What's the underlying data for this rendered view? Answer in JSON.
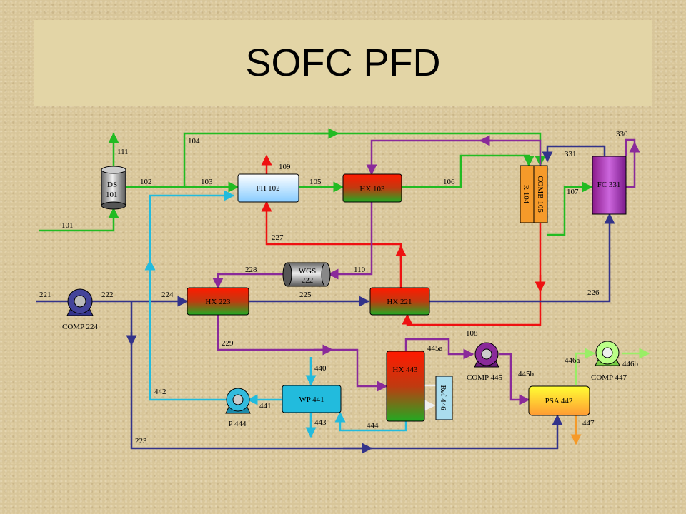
{
  "title": "SOFC PFD",
  "colors": {
    "green": "#22bb22",
    "red": "#ee1111",
    "purple": "#8a2a9a",
    "navy": "#33338a",
    "cyan": "#22bbdd",
    "orange": "#f59a2a",
    "gray": "#dddddd",
    "light_green": "#99ee66",
    "pale_cyan": "#aaddee"
  },
  "equipment": {
    "ds101": "DS 101",
    "fh102": "FH 102",
    "hx103": "HX 103",
    "comb105": "COMB 105",
    "r104": "R 104",
    "fc331": "FC 331",
    "wgs222": "WGS 222",
    "hx223": "HX 223",
    "hx221": "HX 221",
    "comp224": "COMP 224",
    "hx443": "HX 443",
    "ref446": "Ref 446",
    "comp445": "COMP 445",
    "psa442": "PSA 442",
    "comp447": "COMP 447",
    "wp441": "WP 441",
    "p444": "P 444"
  },
  "streams": {
    "s101": "101",
    "s102": "102",
    "s103": "103",
    "s104": "104",
    "s105": "105",
    "s106": "106",
    "s107": "107",
    "s108": "108",
    "s109": "109",
    "s110": "110",
    "s111": "111",
    "s221": "221",
    "s222": "222",
    "s223": "223",
    "s224": "224",
    "s225": "225",
    "s226": "226",
    "s227": "227",
    "s228": "228",
    "s229": "229",
    "s330": "330",
    "s331": "331",
    "s440": "440",
    "s441": "441",
    "s442": "442",
    "s443": "443",
    "s444": "444",
    "s445a": "445a",
    "s445b": "445b",
    "s446a": "446a",
    "s446b": "446b",
    "s447": "447"
  }
}
